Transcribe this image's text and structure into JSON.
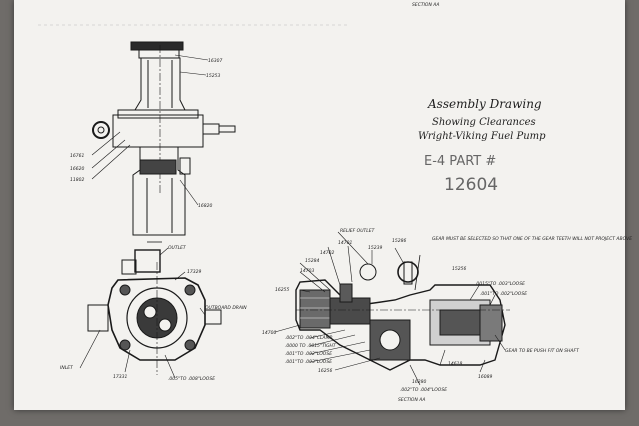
{
  "title": {
    "line1": "Assembly Drawing",
    "line2": "Showing Clearances",
    "line3": "Wright-Viking Fuel Pump"
  },
  "handwritten": {
    "line1": "E-4   PART #",
    "line2": "12604"
  },
  "section_top": "SECTION AA",
  "section_bottom": "SECTION AA",
  "top_view_labels": {
    "l16307": "16307",
    "l15253": "15253",
    "l16761": "16761",
    "l16620": "16620",
    "l11802": "11802",
    "l16820": "16820"
  },
  "front_view_labels": {
    "outlet": "OUTLET",
    "l17329": "17329",
    "outboard_drain": "OUTBOARD DRAIN",
    "inlet": "INLET",
    "l17331": "17331",
    "clearance": ".005\"TO .008\"LOOSE"
  },
  "section_labels": {
    "relief_outlet": "RELIEF OUTLET",
    "l14701": "14701",
    "l15239": "15239",
    "l15286": "15286",
    "l14702": "14702",
    "l15284": "15284",
    "l14703": "14703",
    "l16255": "16255",
    "l14700": "14700",
    "l15256": "15256",
    "l16256": "16256",
    "l16280": "16280",
    "l14618": "14618",
    "l16089": "16089",
    "note_gear": "GEAR MUST BE SELECTED SO THAT ONE OF THE GEAR TEETH WILL NOT PROJECT ABOVE",
    "c1": ".002\"TO .004\"CLAMP",
    "c2": ".0000 TO .0015\"TIGHT",
    "c3": ".001\"TO .002\"LOOSE",
    "c4": ".001\"TO .003\"LOOSE",
    "c5": ".002\"TO .003\"LOOSE",
    "c6": ".0015\"TO .003\"LOOSE",
    "c7": ".001\"TO .002\"LOOSE",
    "c8": ".002\"TO .004\"LOOSE",
    "gear_note": "GEAR TO BE PUSH FIT ON SHAFT"
  }
}
